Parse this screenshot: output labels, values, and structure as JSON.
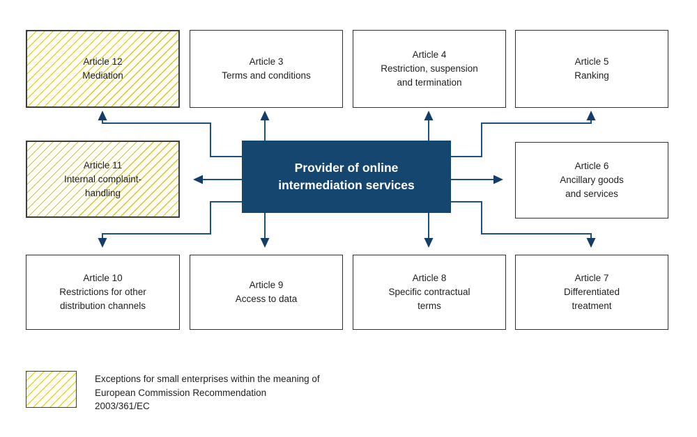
{
  "center": {
    "lines": [
      "Provider of online",
      "intermediation services"
    ]
  },
  "boxes": {
    "article12": {
      "lines": [
        "Article 12",
        "Mediation"
      ],
      "exception": true
    },
    "article3": {
      "lines": [
        "Article 3",
        "Terms and conditions"
      ],
      "exception": false
    },
    "article4": {
      "lines": [
        "Article 4",
        "Restriction, suspension",
        "and termination"
      ],
      "exception": false
    },
    "article5": {
      "lines": [
        "Article 5",
        "Ranking"
      ],
      "exception": false
    },
    "article11": {
      "lines": [
        "Article 11",
        "Internal complaint-",
        "handling"
      ],
      "exception": true
    },
    "article6": {
      "lines": [
        "Article 6",
        "Ancillary goods",
        "and services"
      ],
      "exception": false
    },
    "article10": {
      "lines": [
        "Article 10",
        "Restrictions for other",
        "distribution channels"
      ],
      "exception": false
    },
    "article9": {
      "lines": [
        "Article 9",
        "Access to data"
      ],
      "exception": false
    },
    "article8": {
      "lines": [
        "Article 8",
        "Specific contractual",
        "terms"
      ],
      "exception": false
    },
    "article7": {
      "lines": [
        "Article 7",
        "Differentiated",
        "treatment"
      ],
      "exception": false
    }
  },
  "legend": {
    "lines": [
      "Exceptions for small enterprises within the meaning of",
      "European Commission Recommendation",
      "2003/361/EC"
    ]
  },
  "colors": {
    "center_box_bg": "#15466F",
    "center_box_text": "#FFFFFF",
    "arrow_line": "#1D5181",
    "arrow_head": "#143E67",
    "exception_hatch": "#D2C72B",
    "box_border": "#3D3D3D",
    "text": "#1F1F1F"
  }
}
